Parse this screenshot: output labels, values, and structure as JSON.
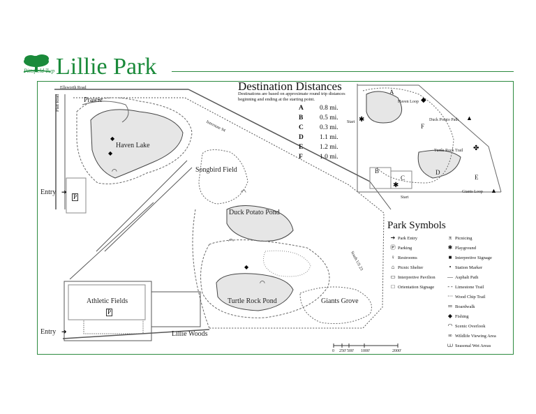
{
  "title": "Lillie Park",
  "logo": {
    "text": "Pittsfield Twp",
    "icon": "tree-logo-icon"
  },
  "colors": {
    "brand_green": "#1a8a3a",
    "map_line": "#555555",
    "water": "#e6e6e6"
  },
  "map_labels": {
    "ellsworth": "Ellsworth Road",
    "platt": "Platt Road",
    "prairie": "Prairie",
    "haven_lake": "Haven Lake",
    "interstate": "Interstate 94",
    "songbird": "Songbird Field",
    "duck_potato": "Duck Potato Pond",
    "south_us": "South US 23",
    "athletic": "Athletic Fields",
    "turtle_rock": "Turtle Rock Pond",
    "giants_grove": "Giants Grove",
    "lillie_woods": "Lillie Woods",
    "entry_top": "Entry",
    "entry_bottom": "Entry",
    "scale_ticks": [
      "0",
      "250'",
      "500'",
      "1000'",
      "2000'"
    ]
  },
  "destinations": {
    "title": "Destination Distances",
    "description": "Destinations are based on approximate round trip distances beginning and ending at the starting point.",
    "rows": [
      {
        "key": "A",
        "value": "0.8 mi."
      },
      {
        "key": "B",
        "value": "0.5 mi."
      },
      {
        "key": "C",
        "value": "0.3 mi."
      },
      {
        "key": "D",
        "value": "1.1 mi."
      },
      {
        "key": "E",
        "value": "1.2 mi."
      },
      {
        "key": "F",
        "value": "1.0 mi."
      }
    ]
  },
  "inset": {
    "letters": [
      "A",
      "B",
      "C",
      "D",
      "E",
      "F"
    ],
    "haven_loop": "Haven Loop",
    "duck_path": "Duck Potato Path",
    "turtle_trail": "Turtle Rock Trail",
    "giants_loop": "Giants Loop",
    "start1": "Start",
    "start2": "Start"
  },
  "symbols": {
    "title": "Park Symbols",
    "left": [
      {
        "icon": "arrow-right-icon",
        "label": "Park Entry"
      },
      {
        "icon": "parking-icon",
        "label": "Parking"
      },
      {
        "icon": "restroom-icon",
        "label": "Restrooms"
      },
      {
        "icon": "picnic-shelter-icon",
        "label": "Picnic Shelter"
      },
      {
        "icon": "pavilion-icon",
        "label": "Interpretive Pavilion"
      },
      {
        "icon": "orientation-sign-icon",
        "label": "Orientation Signage"
      }
    ],
    "right": [
      {
        "icon": "picnic-table-icon",
        "label": "Picnicing"
      },
      {
        "icon": "playground-icon",
        "label": "Playground"
      },
      {
        "icon": "square-icon",
        "label": "Interpretive Signage"
      },
      {
        "icon": "dot-icon",
        "label": "Station Marker"
      },
      {
        "icon": "solid-line-icon",
        "label": "Asphalt Path"
      },
      {
        "icon": "dash-line-icon",
        "label": "Limestone Trail"
      },
      {
        "icon": "dotted-line-icon",
        "label": "Wood Chip Trail"
      },
      {
        "icon": "boardwalk-icon",
        "label": "Boardwalk"
      },
      {
        "icon": "fish-icon",
        "label": "Fishing"
      },
      {
        "icon": "overlook-icon",
        "label": "Scenic Overlook"
      },
      {
        "icon": "binoculars-icon",
        "label": "Wildlife Viewing Area"
      },
      {
        "icon": "wetland-icon",
        "label": "Seasonal Wet Areas"
      }
    ]
  }
}
